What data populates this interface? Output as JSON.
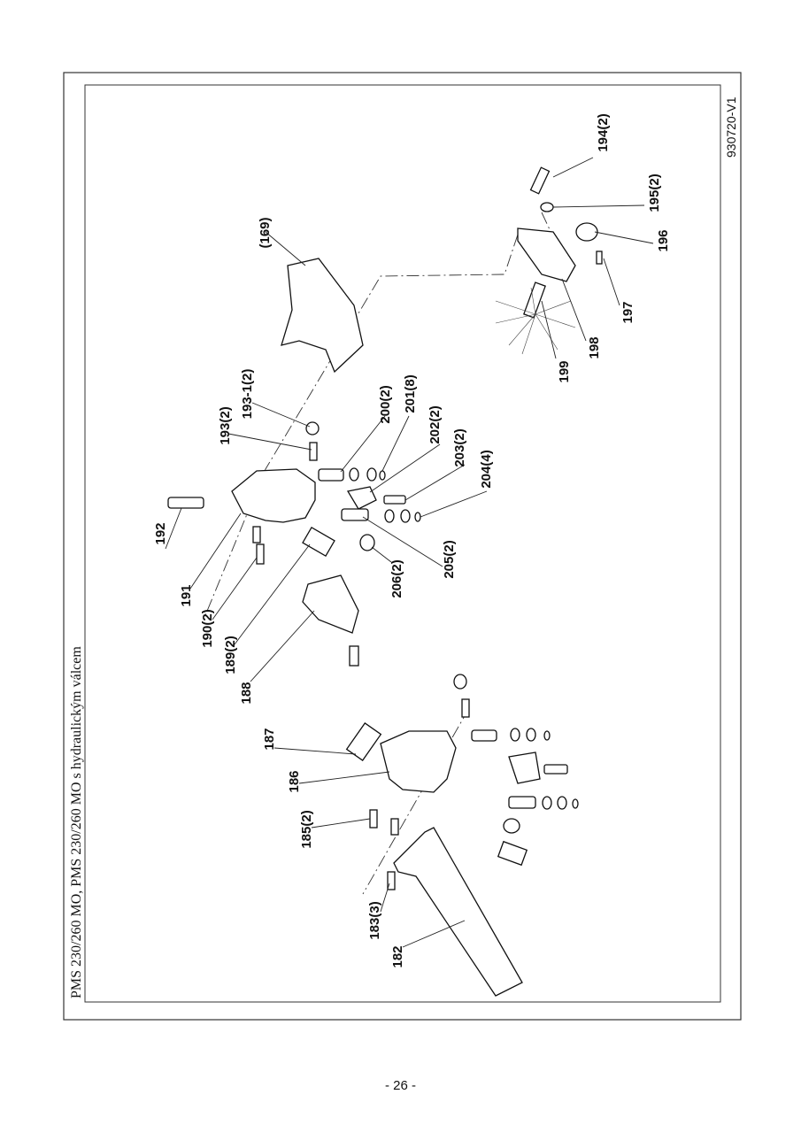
{
  "document": {
    "title": "PMS 230/260 MO, PMS 230/260 MO s hydraulickým válcem",
    "drawing_code": "930720-V1",
    "page_number": "- 26 -"
  },
  "labels": [
    "194(2)",
    "195(2)",
    "196",
    "197",
    "198",
    "199",
    "(169)",
    "193-1(2)",
    "193(2)",
    "200(2)",
    "201(8)",
    "202(2)",
    "203(2)",
    "204(4)",
    "205(2)",
    "206(2)",
    "192",
    "191",
    "190(2)",
    "189(2)",
    "188",
    "187",
    "186",
    "185(2)",
    "183(3)",
    "182"
  ]
}
